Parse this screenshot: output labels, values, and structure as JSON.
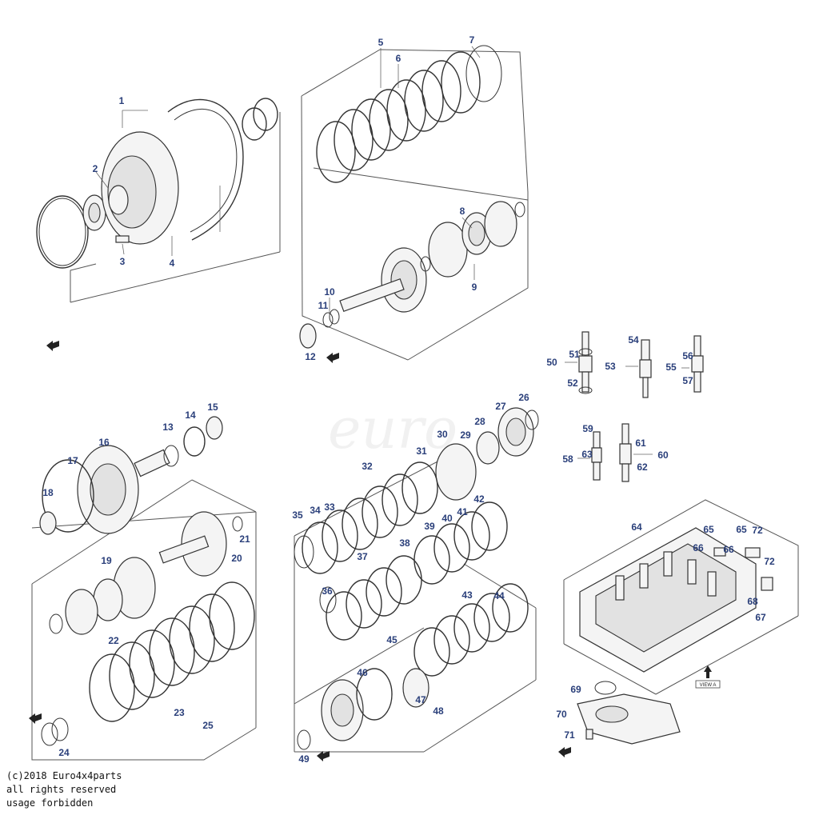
{
  "labels": [
    "1",
    "2",
    "3",
    "4",
    "5",
    "6",
    "7",
    "8",
    "9",
    "10",
    "11",
    "12",
    "13",
    "14",
    "15",
    "16",
    "17",
    "18",
    "19",
    "20",
    "21",
    "22",
    "23",
    "24",
    "25",
    "26",
    "27",
    "28",
    "29",
    "30",
    "31",
    "32",
    "33",
    "34",
    "35",
    "36",
    "37",
    "38",
    "39",
    "40",
    "41",
    "42",
    "43",
    "44",
    "45",
    "46",
    "47",
    "48",
    "49",
    "50",
    "51",
    "52",
    "53",
    "54",
    "55",
    "56",
    "57",
    "58",
    "59",
    "60",
    "61",
    "62",
    "63",
    "64",
    "65",
    "65",
    "66",
    "66",
    "67",
    "68",
    "69",
    "70",
    "71",
    "72",
    "72"
  ],
  "view_label": "VIEW A",
  "watermark": "euro",
  "copyright": [
    "(c)2018 Euro4x4parts",
    "all rights reserved",
    "usage forbidden"
  ]
}
